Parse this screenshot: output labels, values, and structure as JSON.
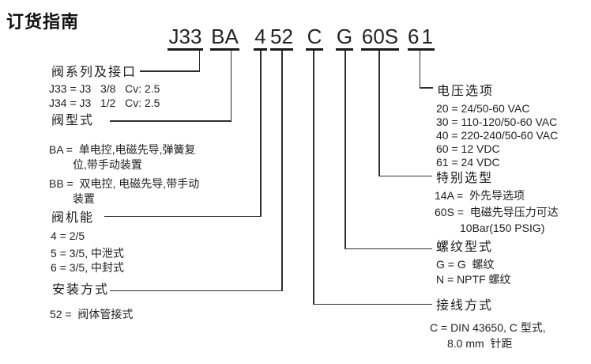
{
  "title": "订货指南",
  "part_number": {
    "segments": [
      "J33",
      "BA",
      "4",
      "52",
      "C",
      "G",
      "60S",
      "61"
    ]
  },
  "fields": {
    "valve_series": {
      "label": "阀系列及接口",
      "lines": [
        "J33 = J3   3/8   Cv: 2.5",
        "J34 = J3   1/2   Cv: 2.5"
      ]
    },
    "valve_type": {
      "label": "阀型式",
      "lines": [
        "BA =  单电控,电磁先导,弹簧复",
        "位,带手动装置",
        "BB =  双电控, 电磁先导,带手动",
        "装置"
      ]
    },
    "valve_function": {
      "label": "阀机能",
      "lines": [
        "4 = 2/5",
        "5 = 3/5, 中泄式",
        "6 = 3/5, 中封式"
      ]
    },
    "mounting": {
      "label": "安装方式",
      "lines": [
        "52 =  阀体管接式"
      ]
    },
    "voltage": {
      "label": "电压选项",
      "lines": [
        "20 = 24/50-60 VAC",
        "30 = 110-120/50-60 VAC",
        "40 = 220-240/50-60 VAC",
        "60 = 12 VDC",
        "61 = 24 VDC"
      ]
    },
    "special": {
      "label": "特别选型",
      "lines": [
        "14A =  外先导选项",
        "60S =  电磁先导压力可达",
        "10Bar(150 PSIG)"
      ]
    },
    "thread": {
      "label": "螺纹型式",
      "lines": [
        "G = G  螺纹",
        "N = NPTF 螺纹"
      ]
    },
    "wiring": {
      "label": "接线方式",
      "lines": [
        "C = DIN 43650, C 型式,",
        "8.0 mm  针距"
      ]
    }
  },
  "colors": {
    "background": "#ffffff",
    "text": "#1a1a1a",
    "line": "#2e2e2e"
  }
}
